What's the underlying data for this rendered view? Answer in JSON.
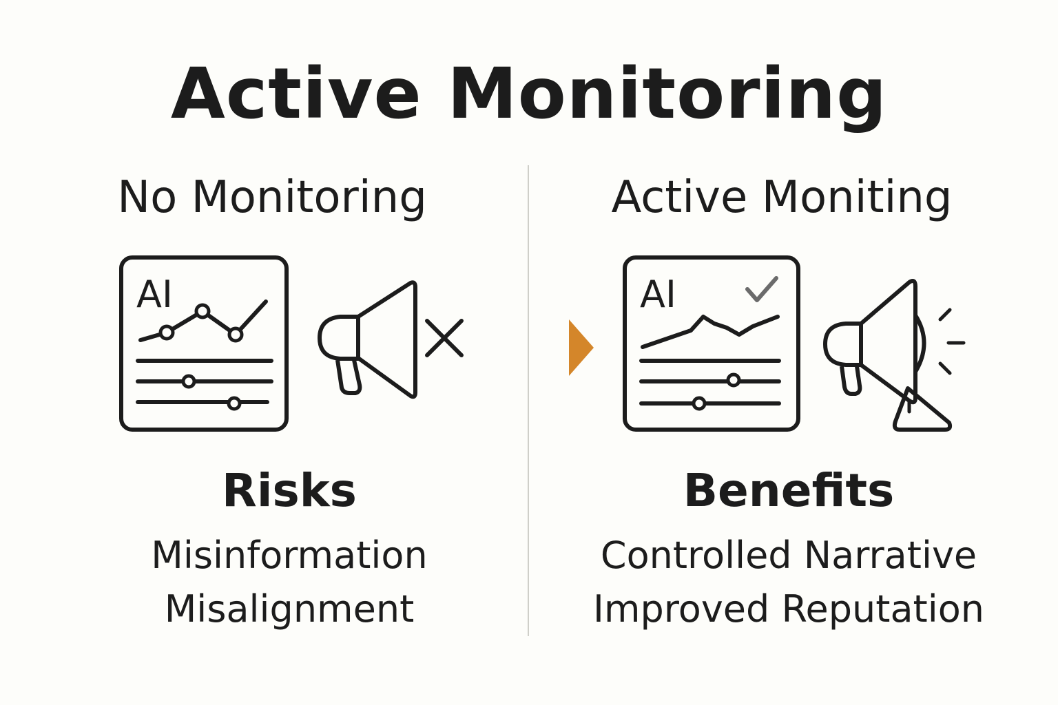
{
  "title": "Active Monitoring",
  "left_panel": {
    "heading": "No Monitoring",
    "dashboard_label": "AI",
    "section_label": "Risks",
    "items": [
      "Misinformation",
      "Misalignment"
    ],
    "icons": [
      "ai-dashboard-icon",
      "megaphone-icon",
      "close-x-icon"
    ]
  },
  "right_panel": {
    "heading": "Active Moniting",
    "dashboard_label": "AI",
    "section_label": "Benefits",
    "items": [
      "Controlled Narrative",
      "Improved Reputation"
    ],
    "icons": [
      "ai-dashboard-icon",
      "checkmark-icon",
      "megaphone-icon",
      "sound-waves-icon"
    ]
  },
  "arrow_icon": "arrow-right-icon",
  "colors": {
    "background": "#fdfdfa",
    "ink": "#1c1c1c",
    "accent_arrow": "#d4862a",
    "check": "#6b6b6b",
    "divider": "#cfcfc9"
  }
}
